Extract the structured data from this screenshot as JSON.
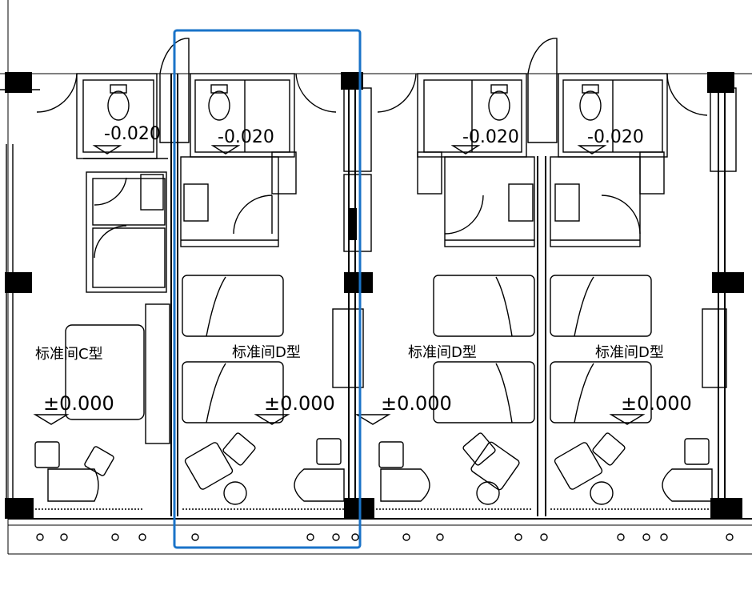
{
  "plan": {
    "elevations": {
      "bath_c": "-0.020",
      "bath_d1": "-0.020",
      "bath_d2": "-0.020",
      "bath_d3": "-0.020",
      "floor_c": "±0.000",
      "floor_d1": "±0.000",
      "floor_d2": "±0.000",
      "floor_d3": "±0.000"
    },
    "rooms": {
      "c": "标准间C型",
      "d1": "标准间D型",
      "d2": "标准间D型",
      "d3": "标准间D型"
    }
  },
  "colors": {
    "line": "#000000",
    "selection": "#1a73c8",
    "background": "#ffffff"
  }
}
